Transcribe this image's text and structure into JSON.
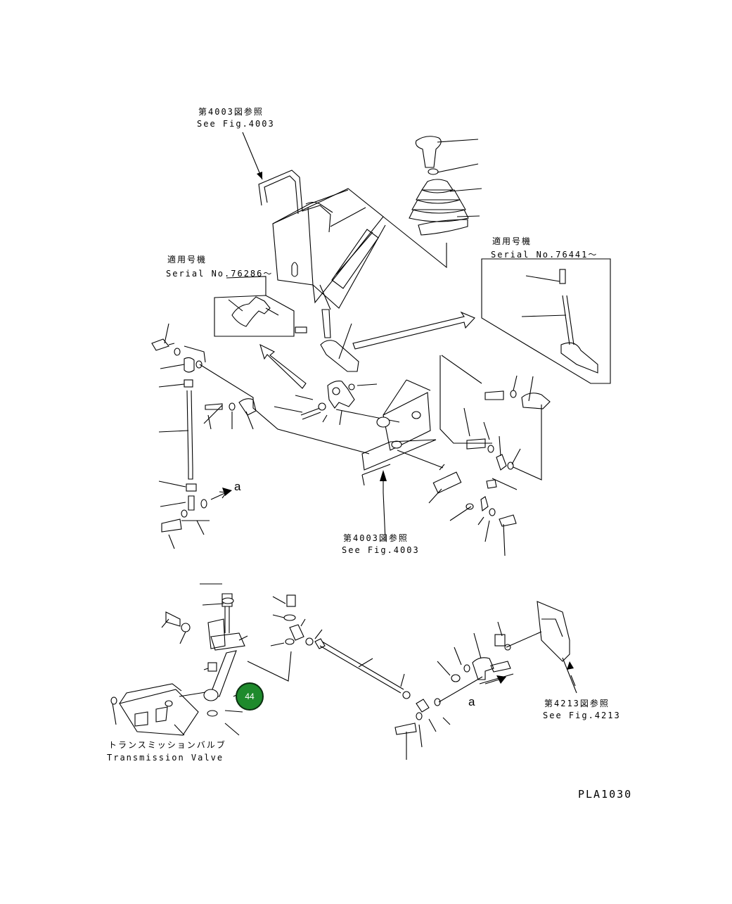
{
  "labels": {
    "ref4003_jp_top": "第4003図参照",
    "ref4003_en_top": "See Fig.4003",
    "serial_jp_left": "適用号機",
    "serial_en_left": "Serial No.76286～",
    "serial_jp_right": "適用号機",
    "serial_en_right": "Serial No.76441～",
    "ref4003_jp_mid": "第4003図参照",
    "ref4003_en_mid": "See Fig.4003",
    "ref4213_jp": "第4213図参照",
    "ref4213_en": "See Fig.4213",
    "valve_jp": "トランスミッションバルブ",
    "valve_en": "Transmission Valve",
    "view_a_upper": "a",
    "view_a_lower": "a",
    "drawing_code": "PLA1030"
  },
  "callout": {
    "number": "44",
    "color": "#1e8a2c"
  }
}
